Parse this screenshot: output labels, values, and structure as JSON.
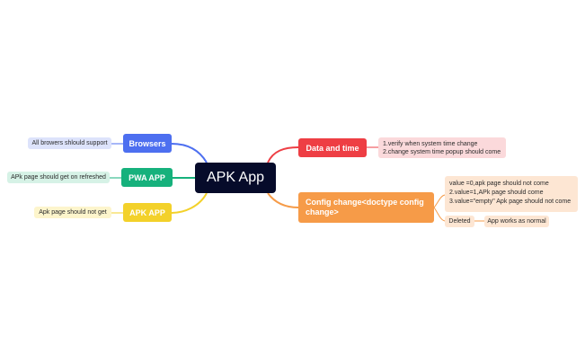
{
  "central": {
    "label": "APK App"
  },
  "colors": {
    "central": "#060b2a",
    "browsers": "#4d6ff0",
    "pwa": "#16b17c",
    "apk": "#f3d12a",
    "data_time": "#ee3e44",
    "config": "#f69b48"
  },
  "left": {
    "browsers": {
      "label": "Browsers",
      "note": "All browers shlould support"
    },
    "pwa": {
      "label": "PWA APP",
      "note": "APk page should get on refreshed"
    },
    "apk": {
      "label": "APK APP",
      "note": "Apk page should not get"
    }
  },
  "right": {
    "data_time": {
      "label": "Data and time",
      "notes": [
        "1.verify when system time change",
        "2.change system time popup should come"
      ]
    },
    "config": {
      "label_line1": "Config change<doctype config",
      "label_line2": "change>",
      "values": [
        "value =0,apk page should not come",
        "2.value=1,APk page should come",
        "3.value=\"empty\" Apk page should not come"
      ],
      "deleted": {
        "label": "Deleted",
        "result": "App works as normal"
      }
    }
  }
}
